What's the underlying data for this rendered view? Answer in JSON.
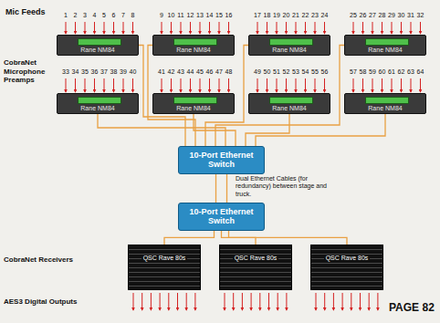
{
  "diagram": {
    "nodes": [
      {
        "text": [
          "Rane NM84"
        ]
      },
      {
        "text": [
          "Rane NM84"
        ]
      },
      {
        "text": [
          "Rane NM84"
        ]
      },
      {
        "text": [
          "Rane NM84"
        ]
      },
      {
        "text": [
          "Rane NM84"
        ]
      },
      {
        "text": [
          "Rane NM84"
        ]
      },
      {
        "text": [
          "Rane NM84"
        ]
      },
      {
        "text": [
          "Rane NM84"
        ]
      },
      {
        "text": [
          "10-Port Ethernet Switch"
        ]
      },
      {
        "text": [
          "10-Port Ethernet Switch"
        ]
      },
      {
        "text": [
          "QSC Rave 80s"
        ]
      },
      {
        "text": [
          "QSC Rave 80s"
        ]
      },
      {
        "text": [
          "QSC Rave 80s"
        ]
      }
    ],
    "edges": [
      {
        "from": 0,
        "to": 8,
        "arrow": "none"
      },
      {
        "from": 1,
        "to": 8,
        "arrow": "none"
      },
      {
        "from": 2,
        "to": 8,
        "arrow": "none"
      },
      {
        "from": 3,
        "to": 8,
        "arrow": "none"
      },
      {
        "from": 4,
        "to": 8,
        "arrow": "none"
      },
      {
        "from": 5,
        "to": 8,
        "arrow": "none"
      },
      {
        "from": 6,
        "to": 8,
        "arrow": "none"
      },
      {
        "from": 7,
        "to": 8,
        "arrow": "none"
      },
      {
        "from": 8,
        "to": 9,
        "arrow": "none"
      },
      {
        "from": 9,
        "to": 10,
        "arrow": "none"
      },
      {
        "from": 9,
        "to": 11,
        "arrow": "none"
      },
      {
        "from": 9,
        "to": 12,
        "arrow": "none"
      }
    ],
    "labels": [
      "Mic Feeds",
      "1",
      "2",
      "3",
      "4",
      "5",
      "6",
      "7",
      "8",
      "9",
      "10",
      "11",
      "12",
      "13",
      "14",
      "15",
      "16",
      "17",
      "18",
      "19",
      "20",
      "21",
      "22",
      "23",
      "24",
      "25",
      "26",
      "27",
      "28",
      "29",
      "30",
      "31",
      "32",
      "33",
      "34",
      "35",
      "36",
      "37",
      "38",
      "39",
      "40",
      "41",
      "42",
      "43",
      "44",
      "45",
      "46",
      "47",
      "48",
      "49",
      "50",
      "51",
      "52",
      "53",
      "54",
      "55",
      "56",
      "57",
      "58",
      "59",
      "60",
      "61",
      "62",
      "63",
      "64",
      "CobraNet Microphone Preamps",
      "Dual Ethernet Cables (for redundancy) between stage and truck.",
      "CobraNet Receivers",
      "AES3 Digital Outputs",
      "PAGE 82"
    ]
  }
}
